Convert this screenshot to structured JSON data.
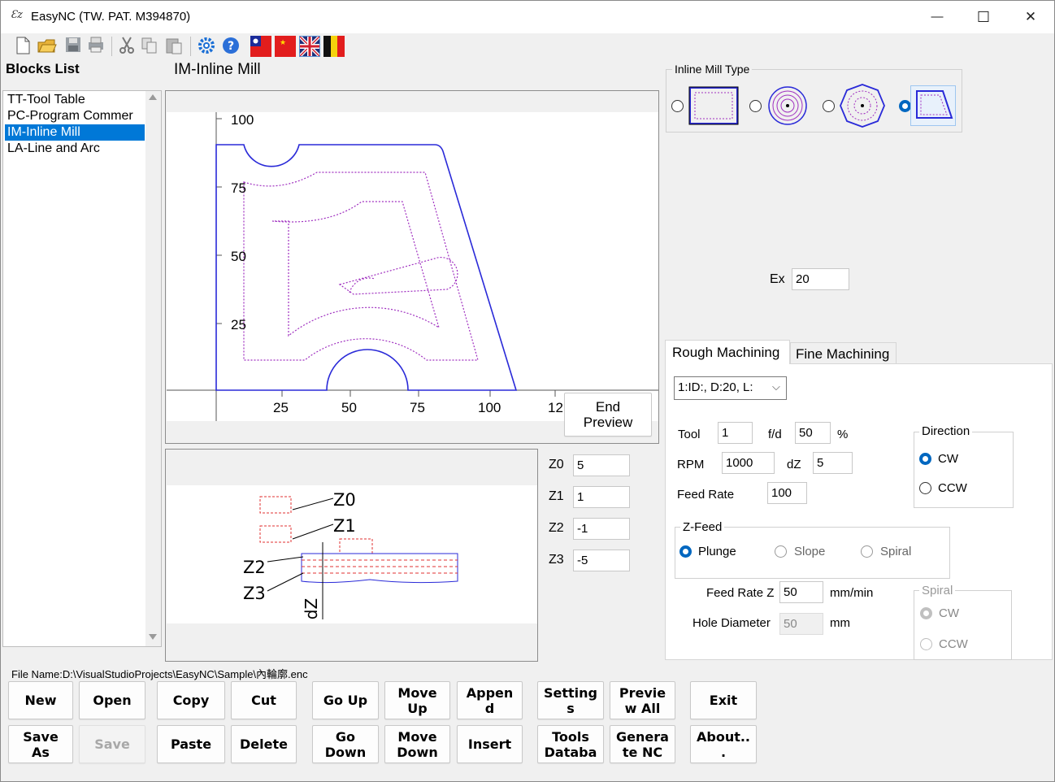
{
  "window": {
    "title": "EasyNC  (TW. PAT. M394870)",
    "minimize": "—",
    "maximize": "☐",
    "close": "✕"
  },
  "blocks": {
    "header": "Blocks List",
    "items": [
      "TT-Tool Table",
      "PC-Program Commer",
      "IM-Inline Mill",
      "LA-Line and Arc"
    ],
    "selected_index": 2
  },
  "section_title": "IM-Inline Mill",
  "preview": {
    "x_ticks": [
      "25",
      "50",
      "75",
      "100",
      "12"
    ],
    "y_ticks": [
      "100",
      "75",
      "50",
      "25"
    ],
    "end_preview_label": "End\nPreview"
  },
  "depth_diagram": {
    "labels": [
      "Z0",
      "Z1",
      "Z2",
      "Z3",
      "dZ"
    ]
  },
  "z_levels": {
    "z0_label": "Z0",
    "z0": "5",
    "z1_label": "Z1",
    "z1": "1",
    "z2_label": "Z2",
    "z2": "-1",
    "z3_label": "Z3",
    "z3": "-5"
  },
  "mill_type": {
    "title": "Inline Mill Type",
    "selected_index": 3
  },
  "ex": {
    "label": "Ex",
    "value": "20"
  },
  "tabs": {
    "rough": "Rough Machining",
    "fine": "Fine Machining",
    "active": "rough"
  },
  "rough": {
    "tool_select": "1:ID:, D:20, L:",
    "tool_label": "Tool",
    "tool": "1",
    "fd_label": "f/d",
    "fd": "50",
    "fd_unit": "%",
    "rpm_label": "RPM",
    "rpm": "1000",
    "dz_label": "dZ",
    "dz": "5",
    "feed_label": "Feed Rate",
    "feed": "100",
    "direction": {
      "title": "Direction",
      "cw": "CW",
      "ccw": "CCW",
      "selected": "cw"
    },
    "zfeed": {
      "title": "Z-Feed",
      "plunge": "Plunge",
      "slope": "Slope",
      "spiral": "Spiral",
      "selected": "plunge"
    },
    "feedz_label": "Feed Rate Z",
    "feedz": "50",
    "feedz_unit": "mm/min",
    "hole_label": "Hole Diameter",
    "hole": "50",
    "hole_unit": "mm",
    "spiral": {
      "title": "Spiral",
      "cw": "CW",
      "ccw": "CCW",
      "selected": "cw"
    }
  },
  "status": {
    "filename": "File Name:D:\\VisualStudioProjects\\EasyNC\\Sample\\內輪廓.enc"
  },
  "buttons": {
    "new": "New",
    "open": "Open",
    "copy": "Copy",
    "cut": "Cut",
    "go_up": "Go Up",
    "move_up": "Move\nUp",
    "append": "Appen\nd",
    "settings": "Setting\ns",
    "preview_all": "Previe\nw All",
    "exit": "Exit",
    "save_as": "Save\nAs",
    "save": "Save",
    "paste": "Paste",
    "delete": "Delete",
    "go_down": "Go\nDown",
    "move_down": "Move\nDown",
    "insert": "Insert",
    "tools_db": "Tools\nDataba",
    "generate_nc": "Genera\nte NC",
    "about": "About..\n."
  },
  "colors": {
    "accent": "#0078d7",
    "shape": "#2a2ad8",
    "toolpath": "#a030c0",
    "cut_red": "#e03030"
  },
  "icons": [
    "new-file-icon",
    "open-folder-icon",
    "save-disk-icon",
    "print-icon",
    "cut-icon",
    "copy-icon",
    "paste-icon",
    "settings-gear-icon",
    "help-icon",
    "flag-taiwan-icon",
    "flag-china-icon",
    "flag-uk-icon",
    "flag-belgium-icon"
  ]
}
